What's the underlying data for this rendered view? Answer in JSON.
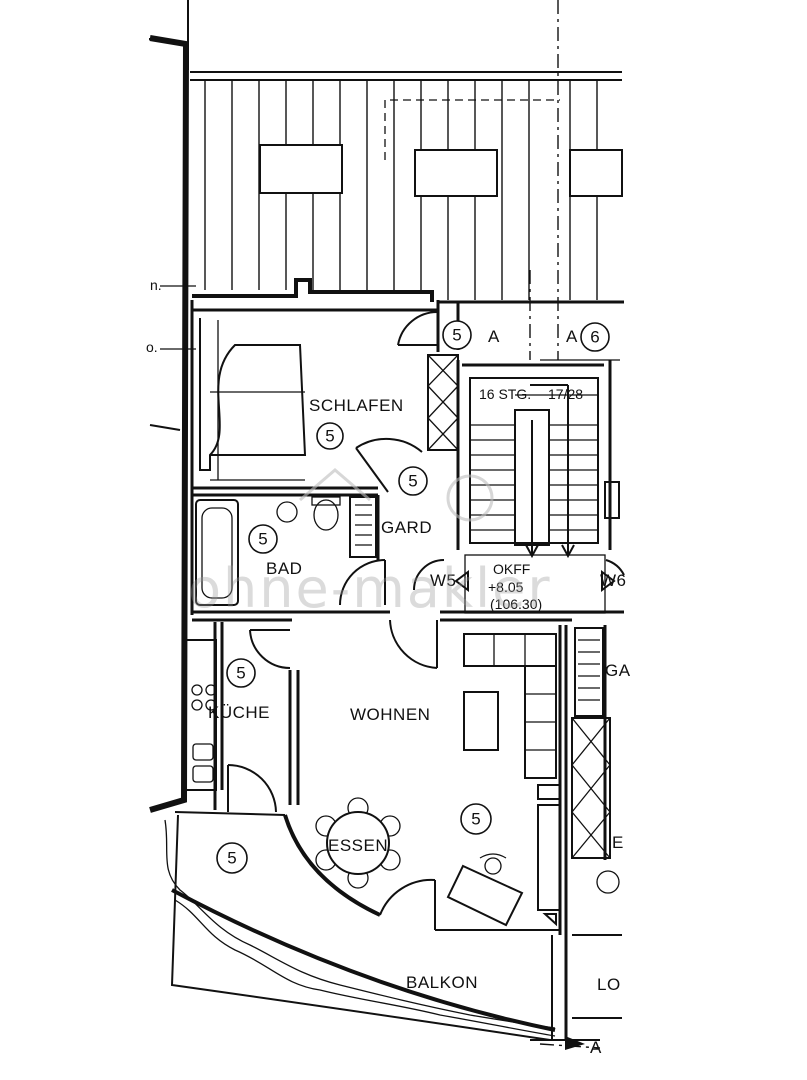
{
  "rooms": {
    "schlafen": "SCHLAFEN",
    "bad": "BAD",
    "gard": "GARD",
    "kueche": "KÜCHE",
    "wohnen": "WOHNEN",
    "essen": "ESSEN",
    "balkon": "BALKON"
  },
  "room_numbers": {
    "schlafen": "5",
    "bad": "5",
    "gard": "5",
    "kueche": "5",
    "wohnen": "5",
    "corner": "5",
    "section_left": "5",
    "section_right": "6"
  },
  "stair": {
    "steps_label": "16 STG.",
    "ratio_label": "17/28",
    "okff_label": "OKFF",
    "okff_value": "+8.05",
    "okff_absolute": "(106.30)"
  },
  "wall_marks": {
    "w5": "W5",
    "w6": "W6"
  },
  "section_marks": {
    "top_left": "A",
    "top_right": "A",
    "bottom": "A"
  },
  "neighbour_cutoff": {
    "ga": "GA",
    "e": "E",
    "lo": "LO"
  },
  "margin_marks": {
    "m1": "n.",
    "m2": "o."
  },
  "watermark": "ohne-makler"
}
